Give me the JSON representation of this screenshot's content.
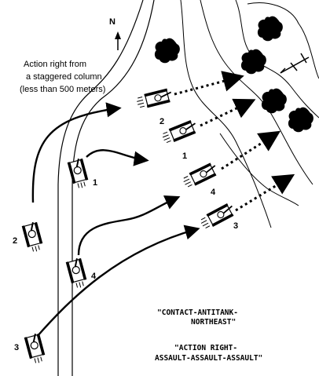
{
  "north_label": "N",
  "caption_lines": [
    "Action right from",
    "a staggered column",
    "(less than 500 meters)"
  ],
  "command_1_lines": [
    "\"CONTACT-ANTITANK-",
    "NORTHEAST\""
  ],
  "command_2_lines": [
    "\"ACTION RIGHT-",
    "ASSAULT-ASSAULT-ASSAULT\""
  ],
  "vehicles_column": [
    {
      "number": "1"
    },
    {
      "number": "2"
    },
    {
      "number": "3"
    },
    {
      "number": "4"
    }
  ],
  "vehicles_assault": [
    {
      "number": "2"
    },
    {
      "number": "1"
    },
    {
      "number": "4"
    },
    {
      "number": "3"
    }
  ],
  "icons": [
    "tree-icon",
    "tank-icon",
    "compass-arrow-icon",
    "enemy-antitank-symbol-icon"
  ],
  "colors": {
    "ink": "#000000",
    "background": "#ffffff"
  }
}
